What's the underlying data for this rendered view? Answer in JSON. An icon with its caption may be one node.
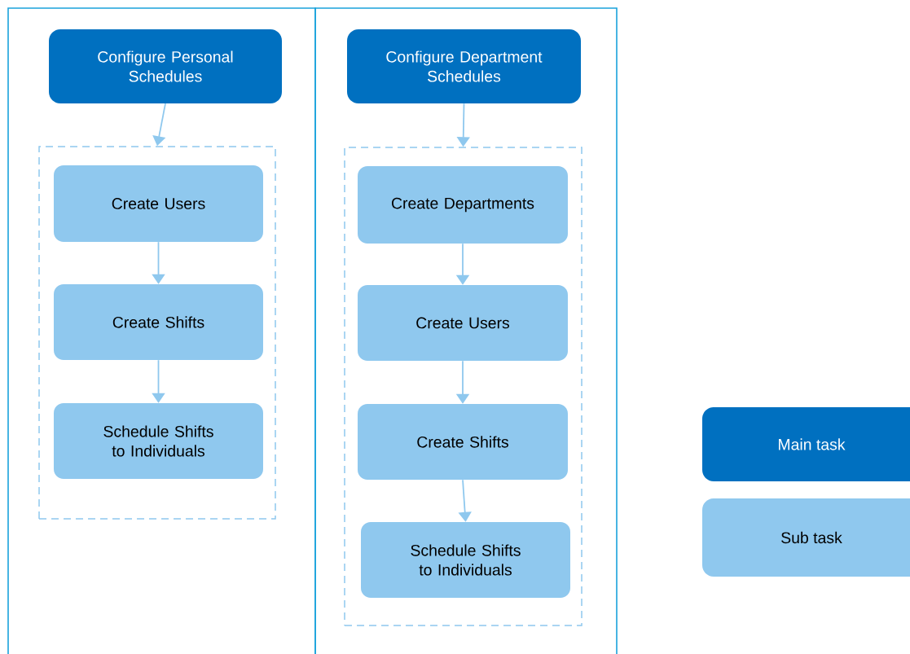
{
  "diagram": {
    "nodes": [
      {
        "text": [],
        "shape": "box"
      },
      {
        "text": [],
        "shape": "box"
      },
      {
        "text": [
          "Configure Personal Schedules"
        ],
        "in": 0
      },
      {
        "text": [],
        "shape": "box",
        "in": 0
      },
      {
        "text": [
          "Create Users"
        ],
        "in": 3
      },
      {
        "text": [
          "Create Shifts"
        ],
        "in": 3
      },
      {
        "text": [
          "Schedule Shifts to Individuals"
        ],
        "in": 3
      },
      {
        "text": [
          "Configure Department Schedules"
        ],
        "in": 1
      },
      {
        "text": [],
        "shape": "box",
        "in": 1
      },
      {
        "text": [
          "Create Departments"
        ],
        "in": 8
      },
      {
        "text": [
          "Create Users"
        ],
        "in": 8
      },
      {
        "text": [
          "Create Shifts"
        ],
        "in": 8
      },
      {
        "text": [
          "Schedule Shifts to Individuals"
        ],
        "in": 8
      }
    ],
    "edges": [
      {
        "from": 2,
        "to": 3,
        "arrow": "to"
      },
      {
        "from": 4,
        "to": 5,
        "arrow": "to"
      },
      {
        "from": 5,
        "to": 6,
        "arrow": "to"
      },
      {
        "from": 7,
        "to": 8,
        "arrow": "to"
      },
      {
        "from": 9,
        "to": 10,
        "arrow": "to"
      },
      {
        "from": 10,
        "to": 11,
        "arrow": "to"
      },
      {
        "from": 11,
        "to": 12,
        "arrow": "to"
      }
    ],
    "legend": [
      {
        "text": "Main task",
        "color": "#0070c0"
      },
      {
        "text": "Sub task",
        "color": "#8fc8ee"
      }
    ]
  }
}
